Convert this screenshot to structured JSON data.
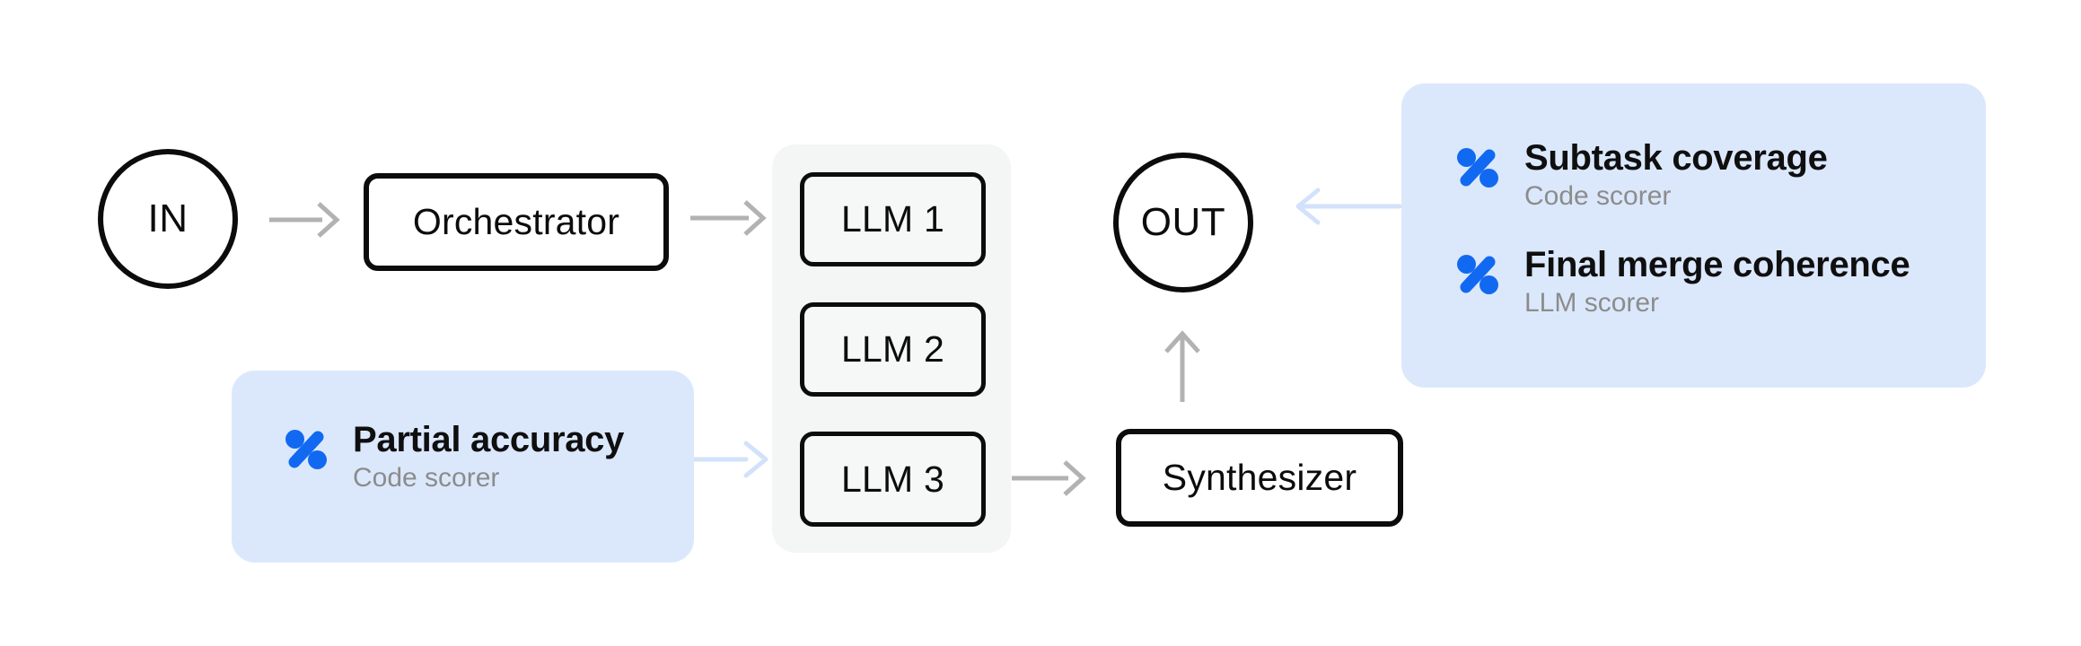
{
  "diagram": {
    "title_semantics": "LLM orchestrator-workers evaluation flow",
    "nodes": {
      "input": {
        "label": "IN"
      },
      "orchestrator": {
        "label": "Orchestrator"
      },
      "llms": [
        {
          "label": "LLM 1"
        },
        {
          "label": "LLM 2"
        },
        {
          "label": "LLM 3"
        }
      ],
      "synthesizer": {
        "label": "Synthesizer"
      },
      "output": {
        "label": "OUT"
      }
    },
    "scorer_panels": {
      "partial_accuracy": {
        "items": [
          {
            "icon": "percent-scorer-icon",
            "title": "Partial accuracy",
            "subtitle": "Code scorer"
          }
        ]
      },
      "output_scorers": {
        "items": [
          {
            "icon": "percent-scorer-icon",
            "title": "Subtask coverage",
            "subtitle": "Code scorer"
          },
          {
            "icon": "percent-scorer-icon",
            "title": "Final merge coherence",
            "subtitle": "LLM scorer"
          }
        ]
      }
    },
    "colors": {
      "node_border": "#0c0c0c",
      "node_text": "#0c0c0c",
      "arrow_gray": "#b2b2b2",
      "arrow_light_blue": "#d2e2fa",
      "scorer_panel_blue": "#dbe8fc",
      "llm_panel_gray": "#f4f5f5",
      "scorer_icon_blue": "#1269f1",
      "subtitle_gray": "#8c8c8c",
      "background": "#ffffff"
    }
  }
}
